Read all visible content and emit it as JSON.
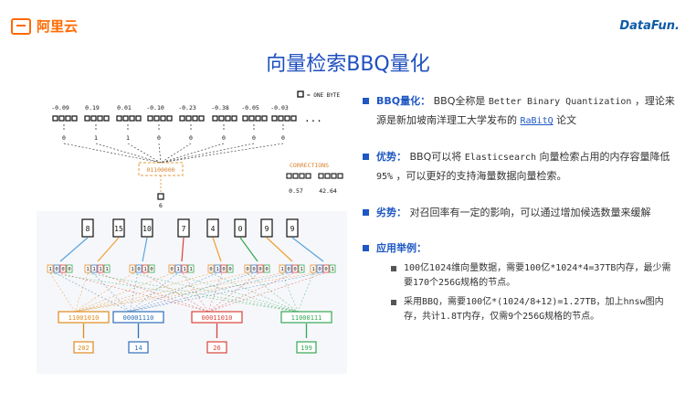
{
  "header": {
    "left_logo": "阿里云",
    "right_logo": "DataFun."
  },
  "title": "向量检索BBQ量化",
  "diagram": {
    "legend": "= ONE BYTE",
    "top_values": [
      "-0.09",
      "0.19",
      "0.01",
      "-0.10",
      "-0.23",
      "-0.38",
      "-0.05",
      "-0.03"
    ],
    "top_bits": [
      "0",
      "1",
      "1",
      "0",
      "0",
      "0",
      "0",
      "0"
    ],
    "ellipsis": "...",
    "combined_bits": "01100000",
    "corrections_label": "CORRECTIONS",
    "correction_values": [
      "0.57",
      "42.64"
    ],
    "single_result": "6",
    "index_values": [
      "8",
      "15",
      "10",
      "7",
      "4",
      "0",
      "9",
      "9"
    ],
    "binary_groups": [
      [
        "1",
        "0",
        "0",
        "0"
      ],
      [
        "1",
        "1",
        "1",
        "1"
      ],
      [
        "1",
        "0",
        "1",
        "0"
      ],
      [
        "0",
        "1",
        "1",
        "1"
      ],
      [
        "0",
        "1",
        "0",
        "0"
      ],
      [
        "0",
        "0",
        "0",
        "0"
      ],
      [
        "1",
        "0",
        "0",
        "1"
      ],
      [
        "1",
        "0",
        "0",
        "1"
      ]
    ],
    "outputs": [
      {
        "binary": "11001010",
        "value": "202",
        "color": "#e08a1d"
      },
      {
        "binary": "00001110",
        "value": "14",
        "color": "#2d6fb9"
      },
      {
        "binary": "00011010",
        "value": "26",
        "color": "#d8423a"
      },
      {
        "binary": "11000111",
        "value": "199",
        "color": "#34a853"
      }
    ]
  },
  "content": {
    "bbq": {
      "label": "BBQ量化：",
      "text_before_name": "BBQ全称是",
      "name": "Better Binary Quantization",
      "text_after_name": "，理论来源是新加坡南洋理工大学发布的",
      "link": "RaBitQ",
      "text_end": "论文"
    },
    "advantage": {
      "label": "优势：",
      "text_before_es": "BBQ可以将",
      "es_name": "Elasticsearch",
      "text_after_es": "向量检索占用的内存容量降低",
      "percent": "95%",
      "text_end": "，可以更好的支持海量数据向量检索。"
    },
    "disadvantage": {
      "label": "劣势：",
      "text": "对召回率有一定的影响，可以通过增加候选数量来缓解"
    },
    "example": {
      "label": "应用举例：",
      "items": [
        "100亿1024维向量数据，需要100亿*1024*4=37TB内存，最少需要170个256G规格的节点。",
        "采用BBQ，需要100亿*(1024/8+12)=1.27TB，加上hnsw图内存，共计1.8T内存，仅需9个256G规格的节点。"
      ]
    }
  }
}
